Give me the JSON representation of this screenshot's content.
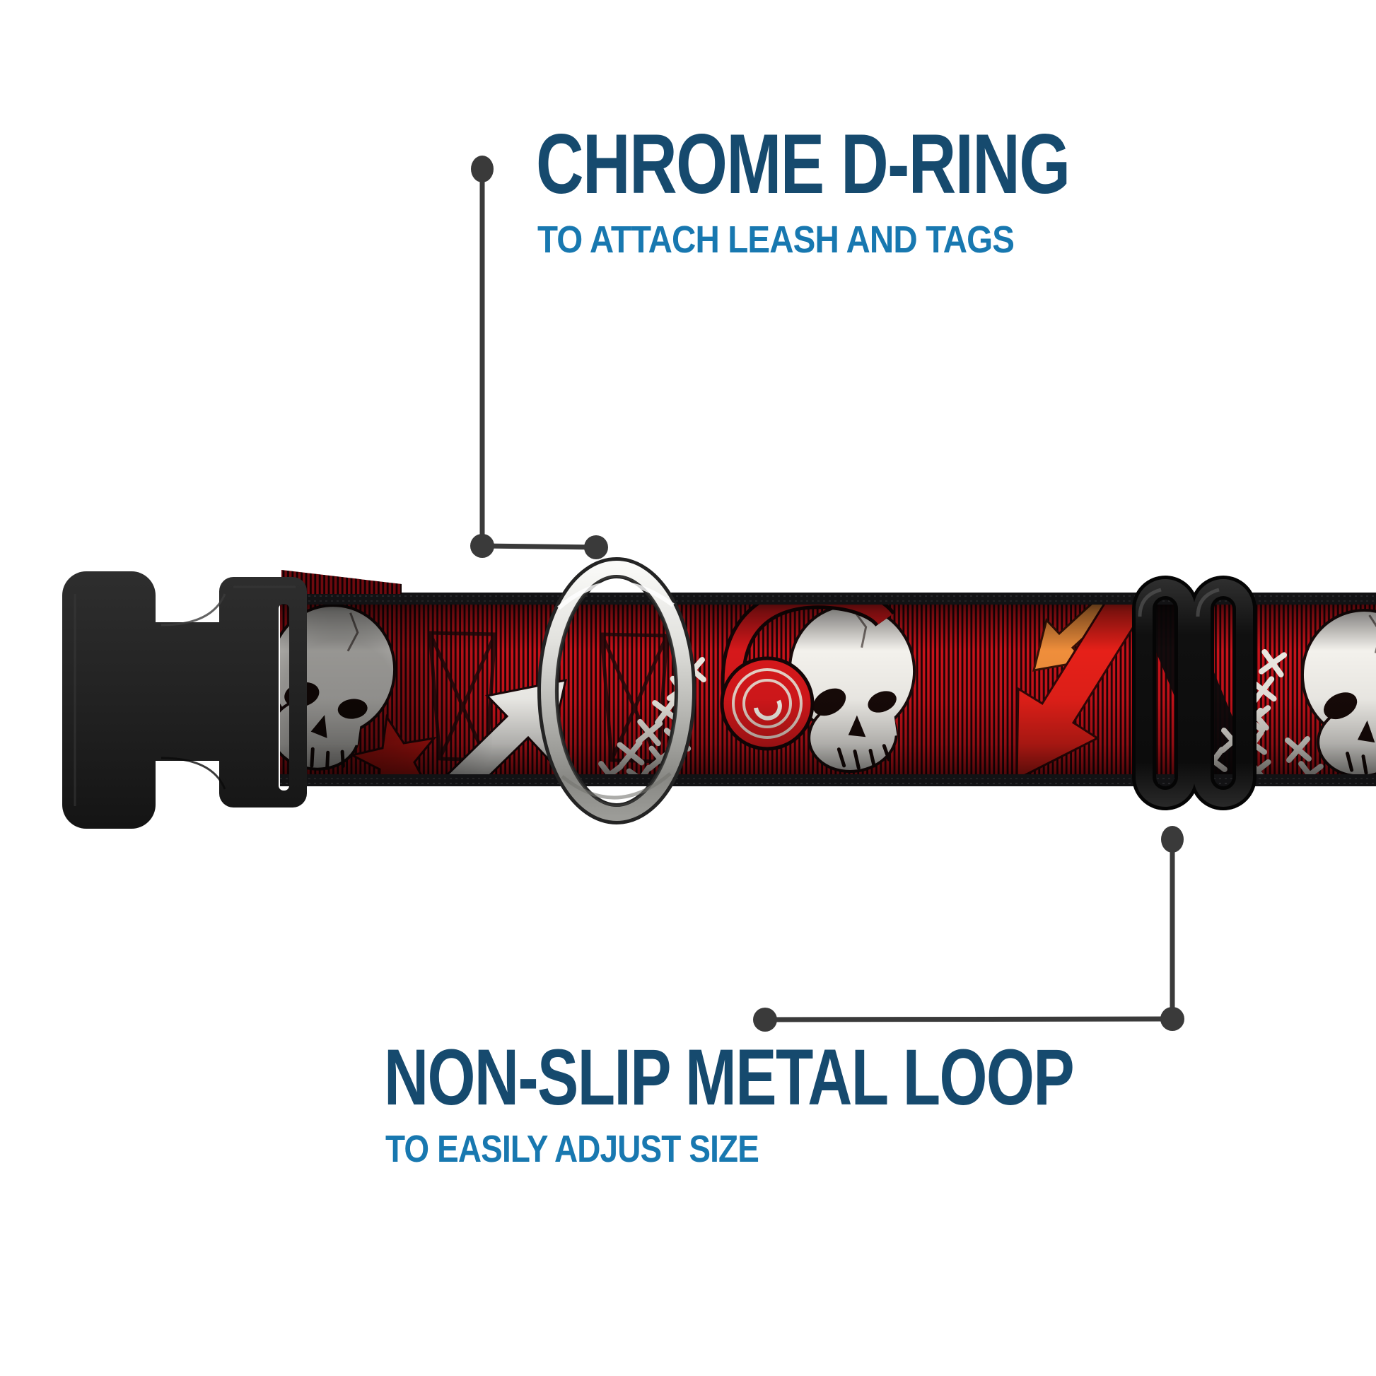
{
  "callouts": {
    "top": {
      "title": "CHROME D-RING",
      "subtitle": "TO ATTACH LEASH AND TAGS"
    },
    "bottom": {
      "title": "NON-SLIP METAL LOOP",
      "subtitle": "TO EASILY ADJUST SIZE"
    }
  },
  "colors": {
    "background": "#ffffff",
    "heading_blue": "#164a6e",
    "subtitle_blue": "#1878b0",
    "callout_gray": "#3a3a3a",
    "webbing_red": "#c8121a",
    "webbing_black": "#1c0506",
    "chrome_silver": "#d9d9d5",
    "hardware_black": "#1c1c1c",
    "skull_white": "#f3f1ec",
    "headphones_red": "#d6181b",
    "arrow_red": "#e62019",
    "arrow_orange": "#ef8e3b"
  },
  "artwork": {
    "depicts": "red and black striped dog collar with skulls, headphones, arrows, star and stitch pattern",
    "elements": [
      "side-release buckle",
      "chrome d-ring",
      "black metal slider loop",
      "skull wearing headphones",
      "partial skulls",
      "white arrow",
      "red arrow",
      "orange arrow",
      "red star",
      "cross stitches"
    ]
  }
}
